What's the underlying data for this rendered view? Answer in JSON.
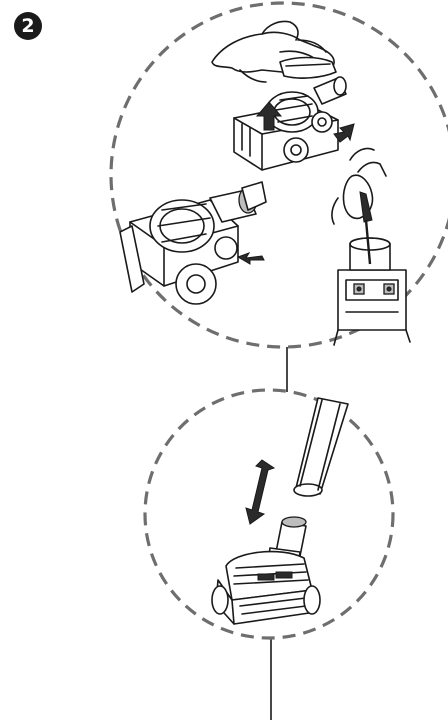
{
  "step": {
    "number": "2",
    "icon": "circled-number-icon"
  },
  "colors": {
    "line": "#1a1a1a",
    "dash_circle": "#6e6e6e",
    "background": "#ffffff"
  },
  "figures": [
    {
      "name": "remove-brush-roller-detail",
      "icon": "hand-lifting-cover-icon"
    },
    {
      "name": "screwdriver-detail",
      "icon": "screwdriver-icon"
    },
    {
      "name": "attach-turbo-brush-detail",
      "icon": "double-arrow-icon"
    }
  ]
}
